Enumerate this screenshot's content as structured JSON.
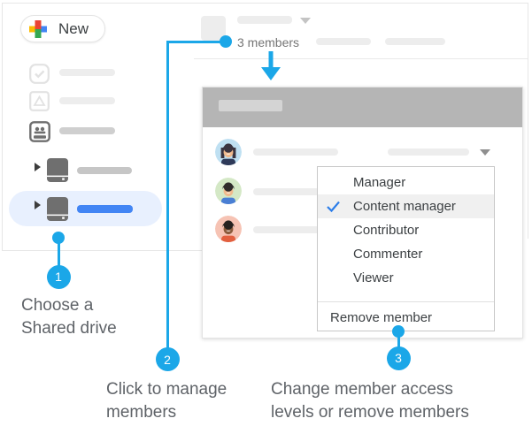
{
  "colors": {
    "accent": "#1ba7e8",
    "selection-blue": "#4285f4",
    "check-blue": "#2b7de9",
    "border-gray": "#e6e6e6",
    "ph-light": "#ededed",
    "ph-mid": "#c6c6c6",
    "icon-gray": "#6f6f6f",
    "icon-light": "#e2e2e2",
    "dialog-header": "#b5b5b5",
    "annot-text": "#5f6368",
    "plus-red": "#ea4335",
    "plus-yellow": "#fbbc04",
    "plus-green": "#34a853",
    "plus-blue": "#4285f4",
    "selected-pill": "#e8f0fe"
  },
  "window": {
    "new_label": "New"
  },
  "header": {
    "members_label": "3 members"
  },
  "dialog": {
    "member_count": 3
  },
  "avatars": [
    {
      "bg": "#bfe0f2",
      "hair": "#3a3440",
      "skin": "#f0b98c",
      "shirt": "#2e3a59",
      "long_hair": true
    },
    {
      "bg": "#d4e8c6",
      "hair": "#2f2b2b",
      "skin": "#f0b98c",
      "shirt": "#4a7fd4",
      "long_hair": false
    },
    {
      "bg": "#f6c3b4",
      "hair": "#26211f",
      "skin": "#8a5a3b",
      "shirt": "#e2603f",
      "long_hair": false
    }
  ],
  "menu": {
    "items": [
      "Manager",
      "Content manager",
      "Contributor",
      "Commenter",
      "Viewer"
    ],
    "checked_index": 1,
    "checked_item": "Content manager",
    "remove_label": "Remove member"
  },
  "callouts": [
    {
      "number": "1",
      "lines": [
        "Choose a",
        "Shared drive"
      ]
    },
    {
      "number": "2",
      "lines": [
        "Click to manage",
        "members"
      ]
    },
    {
      "number": "3",
      "lines": [
        "Change member access",
        "levels or remove members"
      ]
    }
  ]
}
